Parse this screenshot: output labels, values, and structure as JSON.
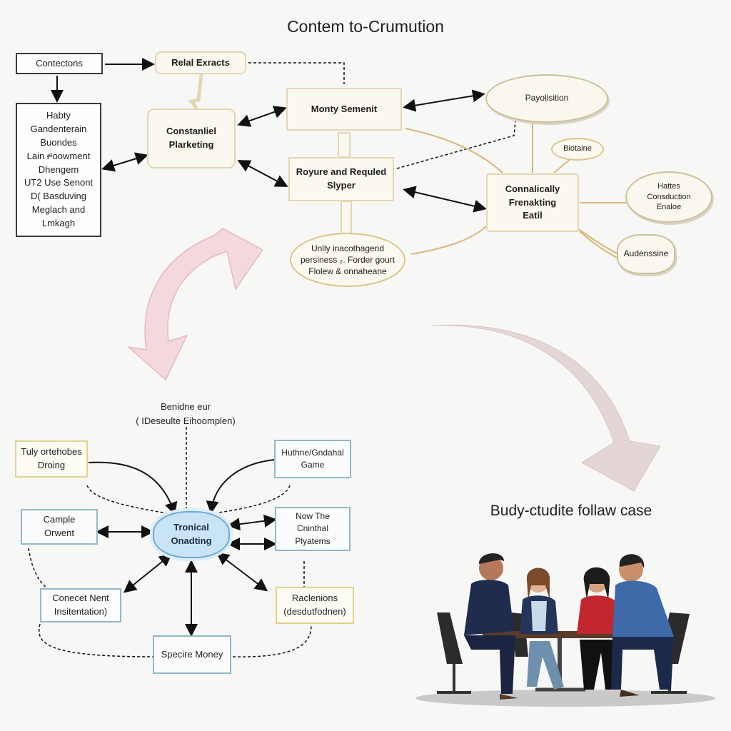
{
  "title": "Contem to-Crumution",
  "top": {
    "contectons": "Contectons",
    "relal_exracts": "Relal Exracts",
    "list": "Habty\nGandenterain\nBuondes\nLain ᵻᵉoowment\nDhengem\nUT2 Use Senont\nD( Basduving\nMeglach and\nLmkagh",
    "constantler": "Constanliel\nPlarketing",
    "monty": "Monty Semenit",
    "royure": "Royure and Requled\nSlyper",
    "oval": "Unlly inacothagend\npersiness ₂. Forder gourt\nFlolew & onnaheane",
    "payolisition": "Payolisition",
    "biotaine": "Biotaine",
    "connalically": "Connalically\nFrenakting\nEatil",
    "hattes": "Hattes\nConsduction\nEnaloe",
    "audenssine": "Audenssine"
  },
  "bottom": {
    "header_label": "Benidne eur\n( IDeseulte Eihoomplen)",
    "tuly": "Tuly ortehobes\nDroing",
    "huthne": "Huthne/Gndahal\nGame",
    "cample": "Cample\nOrwent",
    "tronical": "Tronical\nOnadting",
    "now_the": "Now The\nCninthal\nPlyatems",
    "conecet": "Conecet Nent\nInsitentation)",
    "raclenions": "Raclenions\n(desdutfodnen)",
    "specire": "Specire Money"
  },
  "illustration": {
    "caption": "Budy-ctudite follaw case",
    "icon": "people-meeting-illustration"
  },
  "colors": {
    "arrow_pink": "#f3d9dc",
    "arrow_mauve": "#e4d6d6",
    "connector_tan": "#d9b77a",
    "cloud_blue": "#c9e4f4"
  }
}
